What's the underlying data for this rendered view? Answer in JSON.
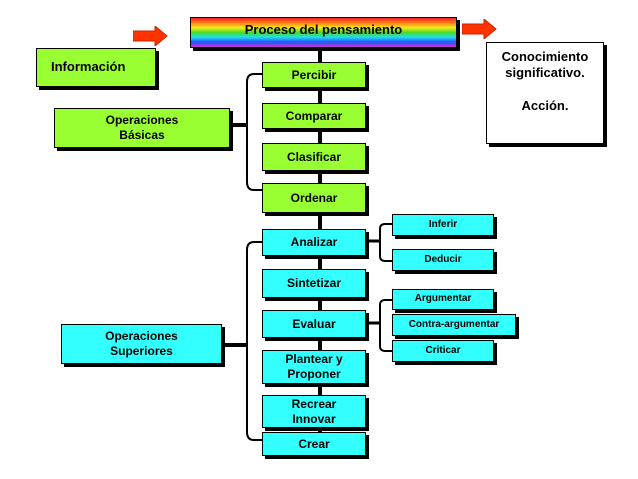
{
  "header": {
    "title": "Proceso del pensamiento",
    "left_label": "Información",
    "right_label": "Conocimiento\nsignificativo.\n\nAcción."
  },
  "groups": {
    "basic": "Operaciones\nBásicas",
    "superior": "Operaciones\nSuperiores"
  },
  "basic_ops": [
    "Percibir",
    "Comparar",
    "Clasificar",
    "Ordenar"
  ],
  "superior_ops": [
    "Analizar",
    "Sintetizar",
    "Evaluar",
    "Plantear y\nProponer",
    "Recrear\nInnovar",
    "Crear"
  ],
  "analizar_sub": [
    "Inferir",
    "Deducir"
  ],
  "evaluar_sub": [
    "Argumentar",
    "Contra-argumentar",
    "Criticar"
  ],
  "colors": {
    "basic": "#99ff33",
    "superior": "#33ffff",
    "arrow": "#ff3300"
  }
}
